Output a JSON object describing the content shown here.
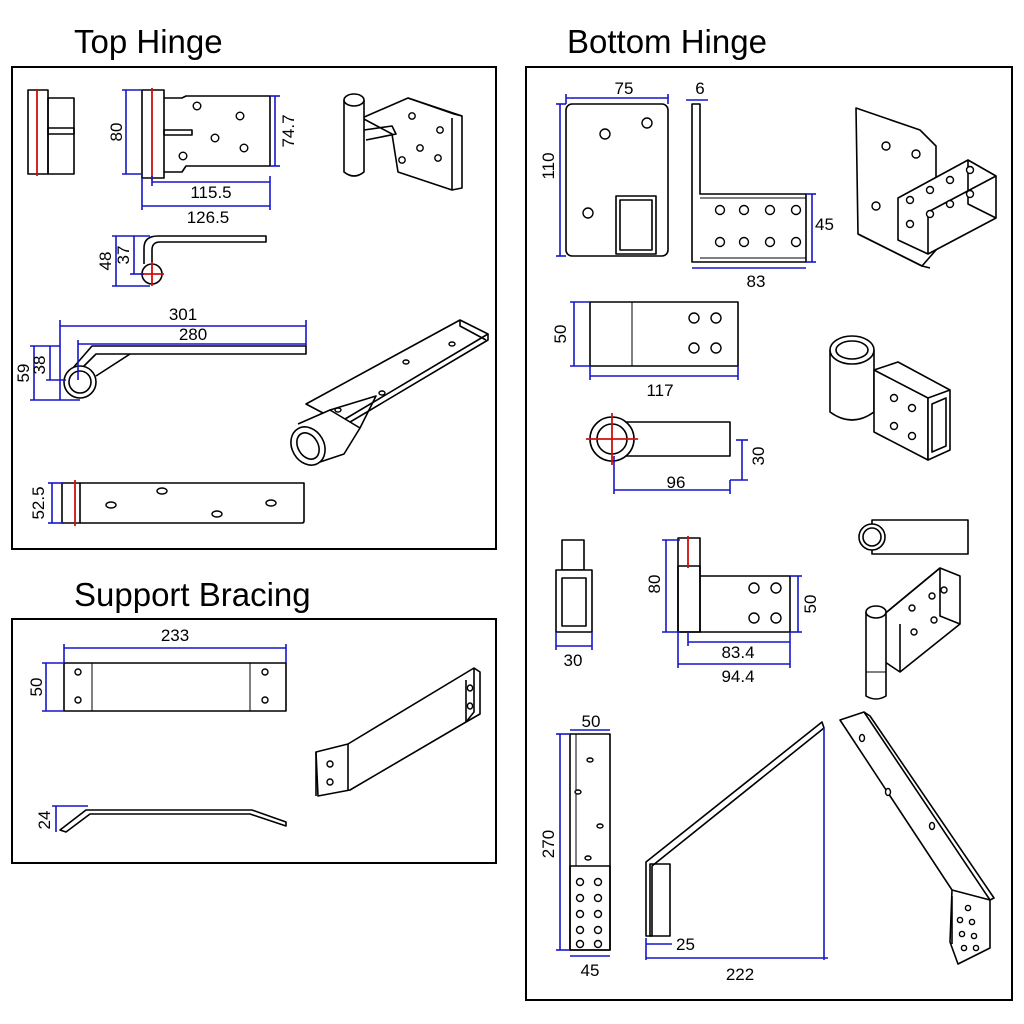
{
  "titles": {
    "top_hinge": "Top Hinge",
    "bottom_hinge": "Bottom Hinge",
    "support_bracing": "Support Bracing"
  },
  "dimensions": {
    "top_hinge": {
      "plate_height": "80",
      "plate_right_height": "74.7",
      "plate_width_inner": "115.5",
      "plate_width_total": "126.5",
      "side_height": "48",
      "side_offset": "37",
      "arm_length_total": "301",
      "arm_length_inner": "280",
      "arm_height": "59",
      "arm_offset": "38",
      "bottom_height": "52.5"
    },
    "bottom_hinge": {
      "plate_width": "75",
      "plate_height": "110",
      "plate_thickness": "6",
      "flange_height": "45",
      "flange_length": "83",
      "block_height": "50",
      "block_length": "117",
      "pivot_length": "96",
      "pivot_height": "30",
      "post_width": "30",
      "bracket_height": "80",
      "bracket_right_height": "50",
      "bracket_width_inner": "83.4",
      "bracket_width_total": "94.4",
      "strap_width": "50",
      "strap_length": "270",
      "strap_bottom_width": "45",
      "brace_base": "25",
      "brace_length": "222"
    },
    "support_bracing": {
      "length": "233",
      "height": "50",
      "side_height": "24"
    }
  },
  "colors": {
    "dimension_line": "#1616c8",
    "center_line": "#d01010",
    "outline": "#000000"
  }
}
